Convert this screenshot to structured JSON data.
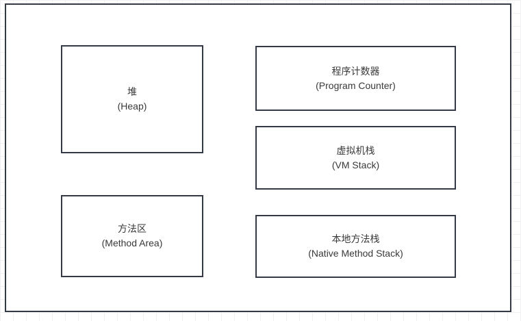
{
  "diagram": {
    "stroke_color": "#333a45",
    "text_color": "#383838",
    "grid_color": "#f0f0f3",
    "background_color": "#ffffff",
    "nodes": {
      "heap": {
        "title_zh": "堆",
        "title_en": "(Heap)"
      },
      "program_counter": {
        "title_zh": "程序计数器",
        "title_en": "(Program Counter)"
      },
      "vm_stack": {
        "title_zh": "虚拟机栈",
        "title_en": "(VM Stack)"
      },
      "method_area": {
        "title_zh": "方法区",
        "title_en": "(Method Area)"
      },
      "native_method_stack": {
        "title_zh": "本地方法栈",
        "title_en": "(Native Method Stack)"
      }
    }
  }
}
